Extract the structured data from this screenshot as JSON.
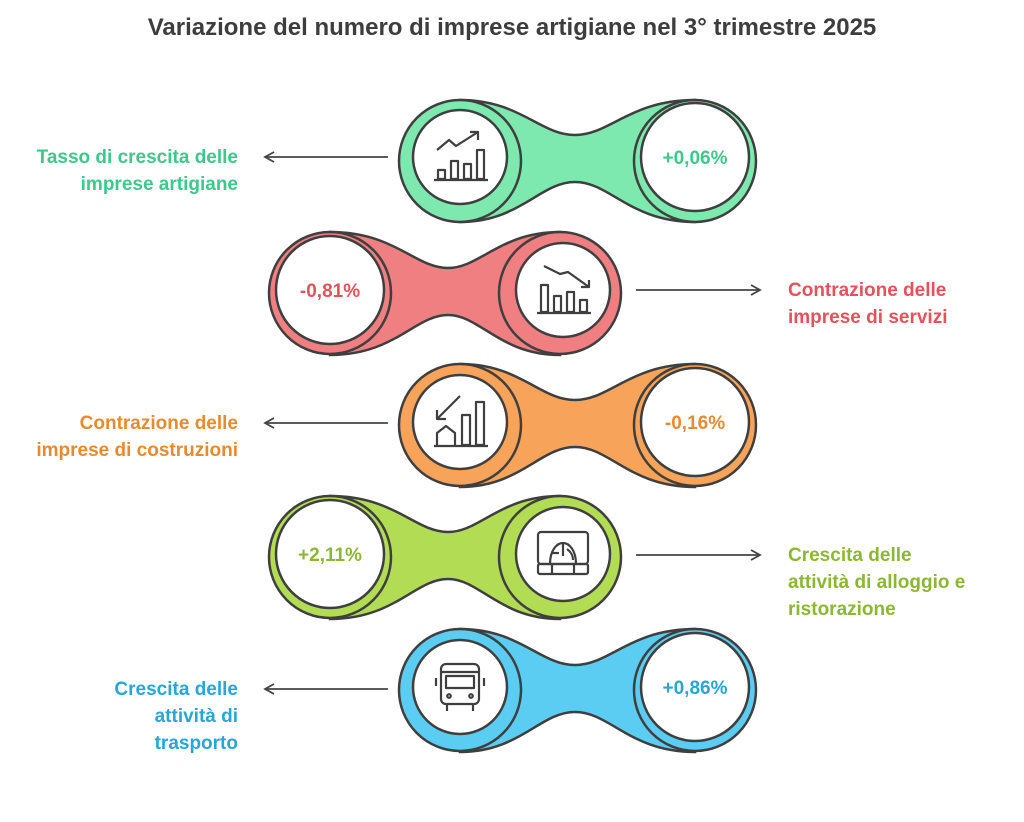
{
  "title": "Variazione del numero di imprese artigiane nel 3° trimestre 2025",
  "items": [
    {
      "label": "Tasso di crescita delle imprese artigiane",
      "value": "+0,06%",
      "icon": "growth-chart-icon",
      "color": "#3cc98a",
      "fill": "#7ee9ae"
    },
    {
      "label": "Contrazione delle imprese di servizi",
      "value": "-0,81%",
      "icon": "declining-chart-icon",
      "color": "#e5525a",
      "fill": "#f07f82"
    },
    {
      "label": "Contrazione delle imprese di costruzioni",
      "value": "-0,16%",
      "icon": "construction-decline-icon",
      "color": "#e88a30",
      "fill": "#f7a45a"
    },
    {
      "label": "Crescita delle attività di alloggio e ristorazione",
      "value": "+2,11%",
      "icon": "hospitality-icon",
      "color": "#8ab833",
      "fill": "#b3dc55"
    },
    {
      "label": "Crescita delle attività di trasporto",
      "value": "+0,86%",
      "icon": "bus-icon",
      "color": "#27a6d8",
      "fill": "#5ccdf2"
    }
  ]
}
